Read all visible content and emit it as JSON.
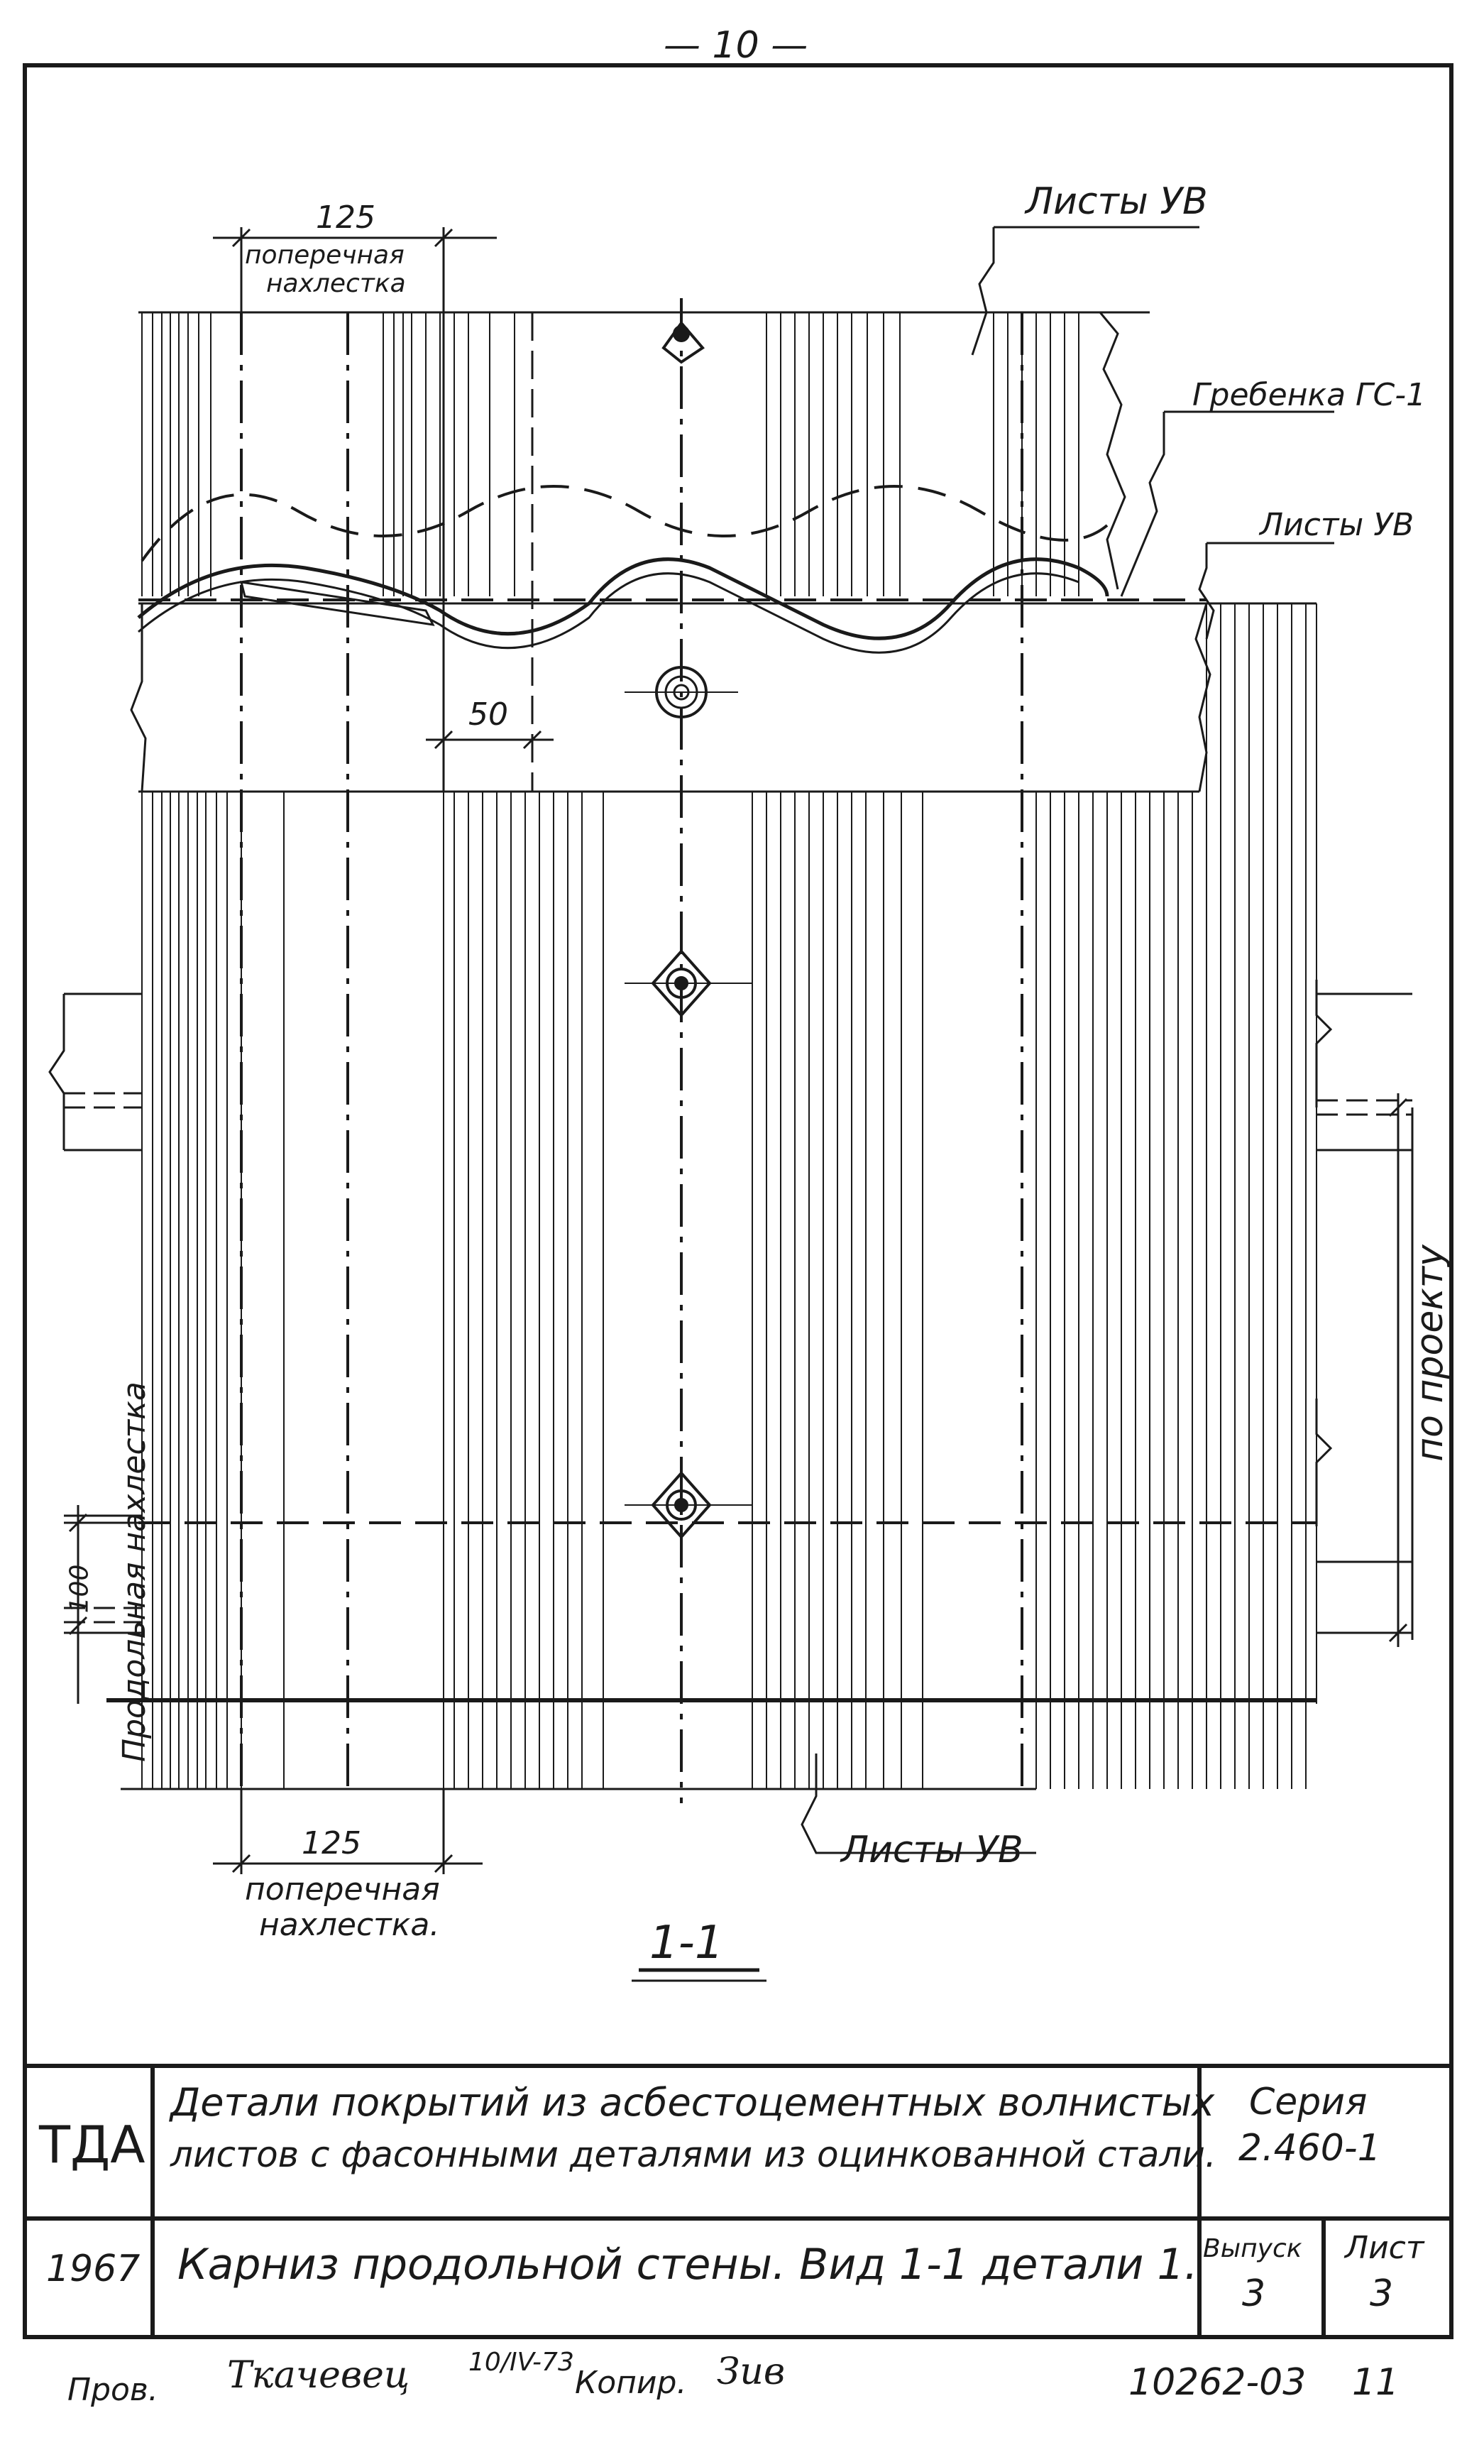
{
  "page_number": "— 10 —",
  "labels": {
    "top_dim_value": "125",
    "top_dim_text_1": "поперечная",
    "top_dim_text_2": "нахлестка",
    "sheets_uv_top": "Листы УВ",
    "comb_gs1": "Гребенка ГС-1",
    "sheets_uv_right": "Листы УВ",
    "dim_50": "50",
    "left_vertical": "Продольная нахлестка",
    "left_dim_100": "100",
    "right_vertical": "по проекту",
    "bottom_dim_value": "125",
    "bottom_dim_text_1": "поперечная",
    "bottom_dim_text_2": "нахлестка.",
    "sheets_uv_bottom": "Листы УВ",
    "section_mark": "1-1"
  },
  "title_block": {
    "org": "ТДА",
    "title_line_1": "Детали покрытий из асбестоцементных волнистых",
    "title_line_2": "листов с фасонными деталями из оцинкованной стали.",
    "series_label": "Серия",
    "series_value": "2.460-1",
    "year": "1967",
    "subtitle": "Карниз продольной стены. Вид 1-1 детали 1.",
    "issue_label": "Выпуск",
    "issue_value": "3",
    "sheet_label": "Лист",
    "sheet_value": "3"
  },
  "footer": {
    "checked": "Пров.",
    "checked_signature": "Ткачевец",
    "date": "10/IV-73",
    "copied": "Копир.",
    "copied_signature": "Зив",
    "doc_number": "10262-03",
    "page": "11"
  }
}
